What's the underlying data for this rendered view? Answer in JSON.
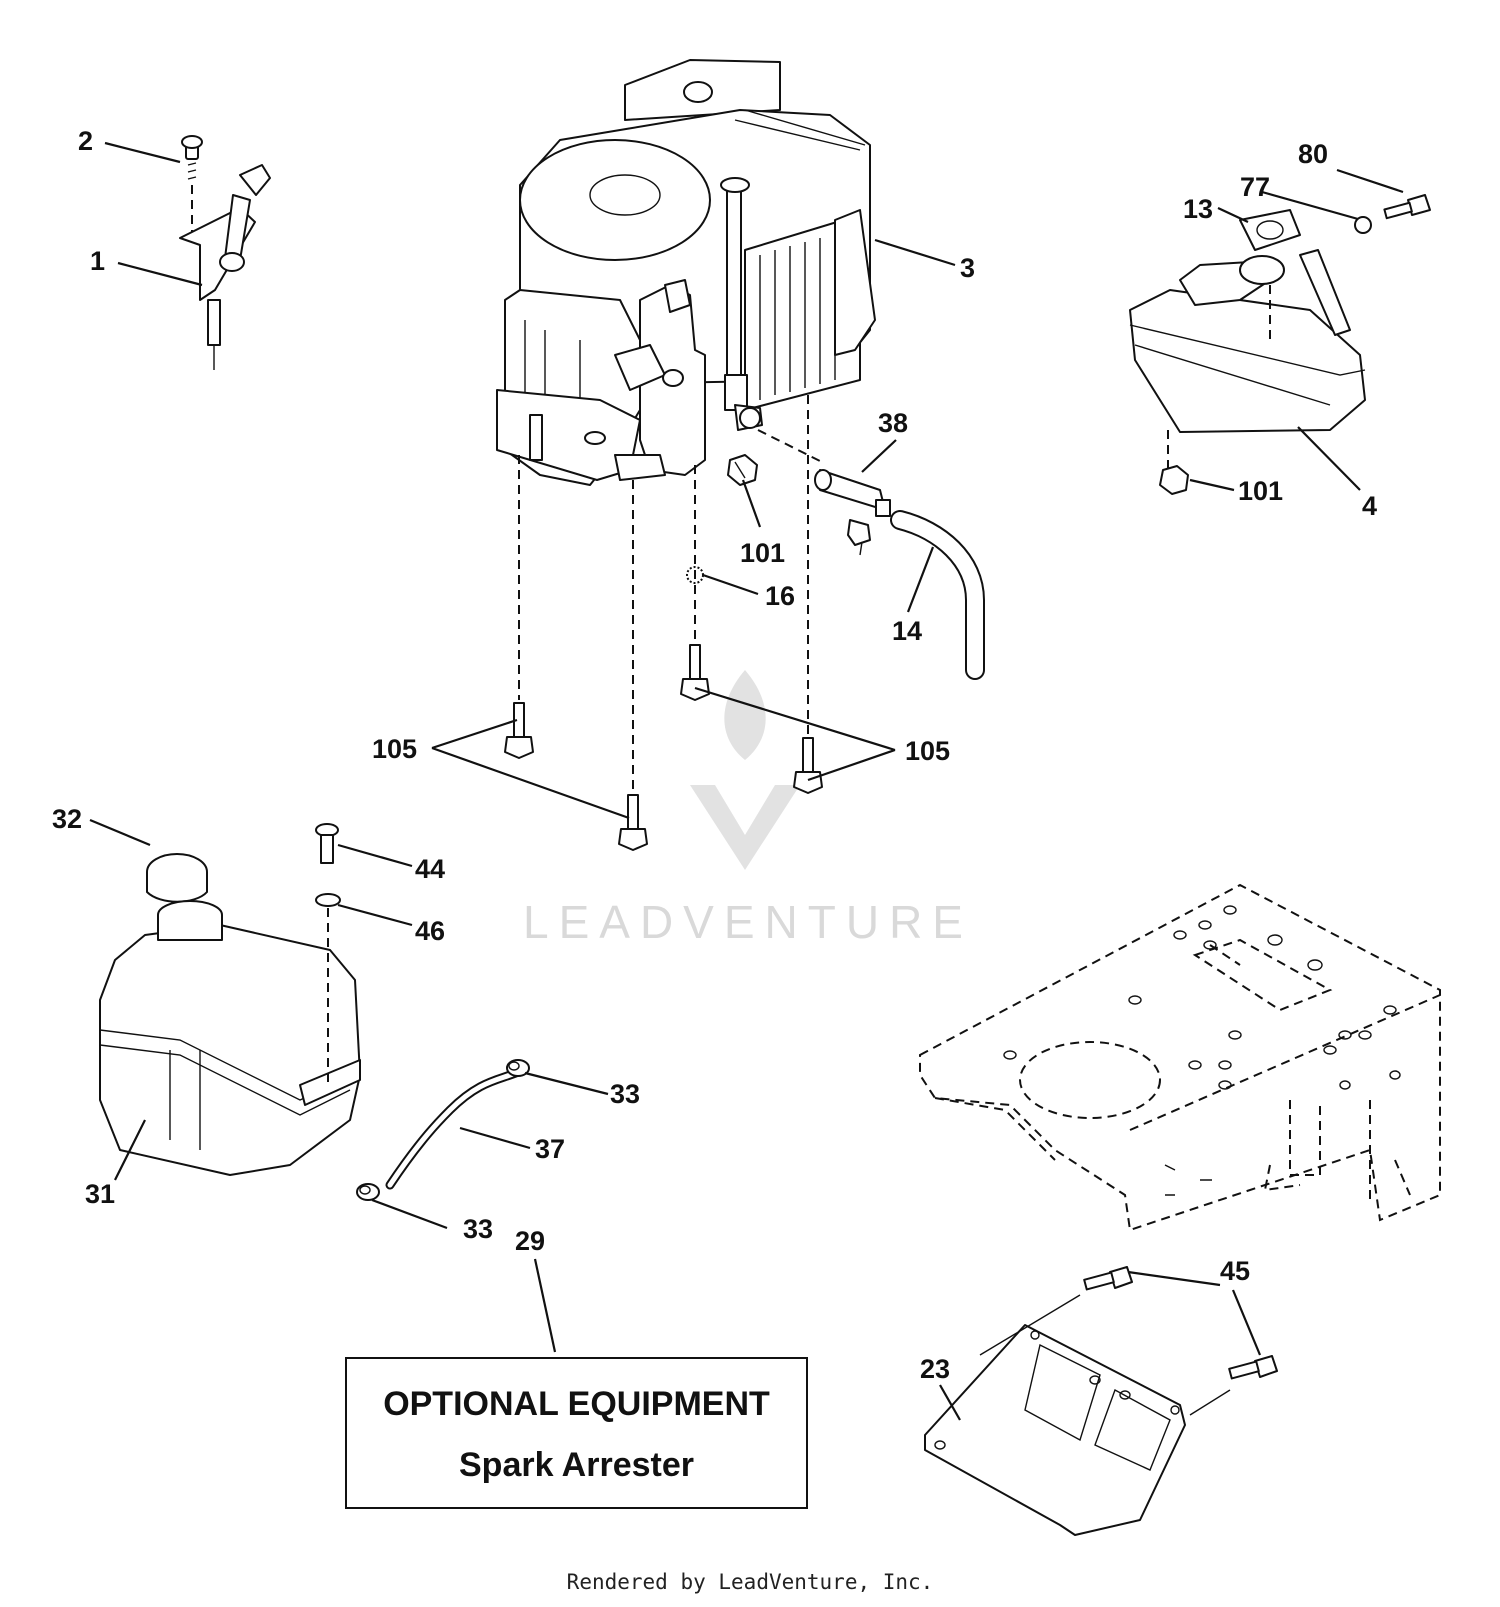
{
  "watermark": {
    "brand": "LEADVENTURE"
  },
  "callouts": {
    "c1": "1",
    "c2": "2",
    "c3": "3",
    "c4": "4",
    "c13": "13",
    "c14": "14",
    "c16": "16",
    "c23": "23",
    "c29": "29",
    "c31": "31",
    "c32": "32",
    "c33a": "33",
    "c33b": "33",
    "c37": "37",
    "c38": "38",
    "c44": "44",
    "c45": "45",
    "c46": "46",
    "c77": "77",
    "c80": "80",
    "c101a": "101",
    "c101b": "101",
    "c105a": "105",
    "c105b": "105"
  },
  "optional_box": {
    "title": "OPTIONAL EQUIPMENT",
    "subtitle": "Spark Arrester"
  },
  "footer": {
    "text": "Rendered by LeadVenture, Inc."
  }
}
